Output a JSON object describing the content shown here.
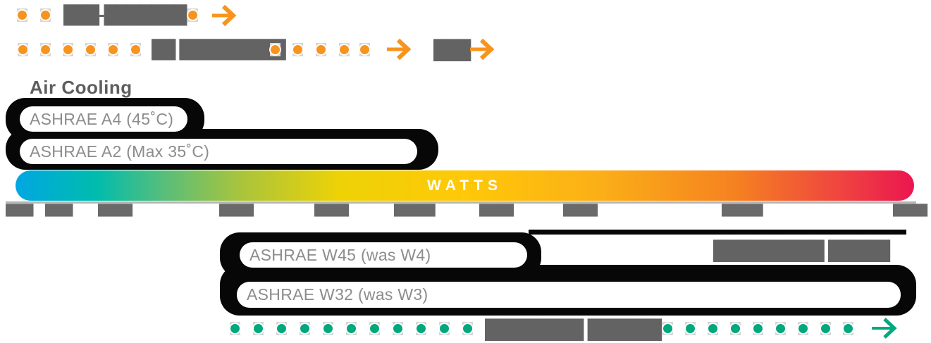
{
  "roadmap_lines": {
    "line1_label": "███-███████",
    "line2_label": "██ █████████",
    "line2_suffix": "███"
  },
  "air_cooling": {
    "title": "Air Cooling",
    "pill_a4": "ASHRAE A4 (45˚C)",
    "pill_a2": "ASHRAE A2 (Max 35˚C)"
  },
  "watts_bar": {
    "label": "WATTS"
  },
  "axis_ticks": [
    "████",
    "████",
    "█████",
    "█████",
    "█████",
    "██████",
    "█████",
    "█████",
    "██████",
    "█████"
  ],
  "liquid_cooling": {
    "pill_w45": "ASHRAE W45 (was W4)",
    "pill_w32": "ASHRAE W32 (was W3)",
    "side_label": "█████████ █████"
  },
  "bottom_line": {
    "label": "████████ ██████"
  },
  "colors": {
    "accent_orange": "#F7941E",
    "accent_teal": "#00A87E",
    "bar_gradient_start": "#00A7E2",
    "bar_gradient_mid": "#FFC808",
    "bar_gradient_end": "#EB164F",
    "pill_text_gray": "#8C8C8C",
    "redacted_text_gray": "#636363",
    "black_outline": "#070707"
  }
}
